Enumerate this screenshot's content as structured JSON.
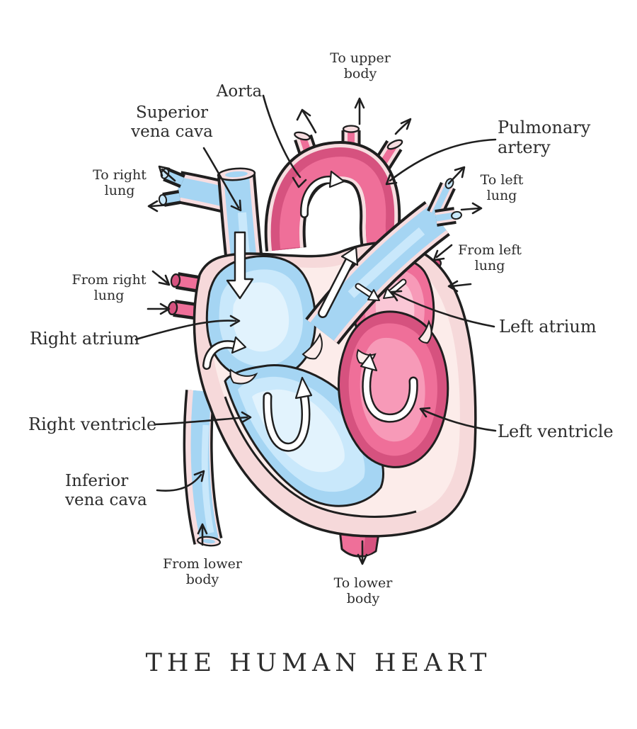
{
  "title": "THE HUMAN HEART",
  "labels": {
    "to_upper_body": [
      "To upper",
      "body"
    ],
    "aorta": [
      "Aorta"
    ],
    "superior_vena_cava": [
      "Superior",
      "vena cava"
    ],
    "pulmonary_artery": [
      "Pulmonary",
      "artery"
    ],
    "to_right_lung": [
      "To right",
      "lung"
    ],
    "to_left_lung": [
      "To left",
      "lung"
    ],
    "from_right_lung": [
      "From right",
      "lung"
    ],
    "from_left_lung": [
      "From left",
      "lung"
    ],
    "right_atrium": [
      "Right atrium"
    ],
    "left_atrium": [
      "Left atrium"
    ],
    "right_ventricle": [
      "Right ventricle"
    ],
    "left_ventricle": [
      "Left ventricle"
    ],
    "inferior_vena_cava": [
      "Inferior",
      "vena cava"
    ],
    "from_lower_body": [
      "From lower",
      "body"
    ],
    "to_lower_body": [
      "To lower",
      "body"
    ]
  },
  "colors": {
    "background": "#ffffff",
    "outline": "#1f1f1f",
    "text": "#2c2c2c",
    "artery_dark": "#d6527f",
    "artery_mid": "#ef6f99",
    "artery_light": "#f79ab8",
    "artery_pale": "#fac7d6",
    "vein_mid": "#a5d5f3",
    "vein_light": "#c9e8fb",
    "vein_pale": "#e2f3fd",
    "wall_pink": "#f6d9da",
    "wall_cream": "#fcecea",
    "rim": "#f7dde0"
  }
}
